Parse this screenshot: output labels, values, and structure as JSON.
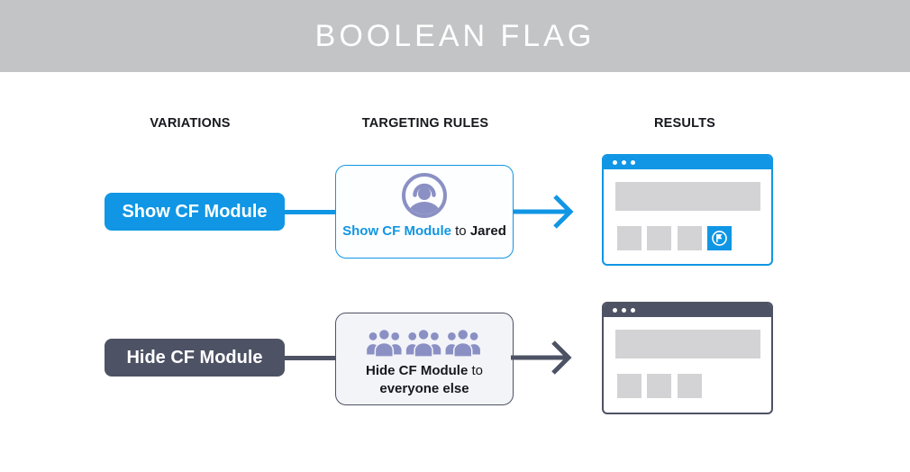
{
  "banner": {
    "title": "BOOLEAN FLAG",
    "bg_color": "#c3c4c5",
    "text_color": "#ffffff"
  },
  "columns": [
    {
      "label": "VARIATIONS"
    },
    {
      "label": "TARGETING RULES"
    },
    {
      "label": "RESULTS"
    }
  ],
  "colors": {
    "blue": "#1096e4",
    "dark_slate": "#4d5264",
    "icon_purple": "#8b90c4",
    "placeholder_gray": "#d3d3d5",
    "rule_box_bg_dark_row": "#f3f4f8",
    "text_dark": "#16171d"
  },
  "rows": [
    {
      "variation_label": "Show CF Module",
      "rule": {
        "icon": "user-in-circle-icon",
        "flag_text": "Show CF Module",
        "connector_text": "to",
        "target_text": "Jared"
      },
      "result": {
        "theme": "blue",
        "window_controls_dots": 3,
        "shows_cf_module_tile": true,
        "tile_icon": "flag-icon"
      }
    },
    {
      "variation_label": "Hide CF Module",
      "rule": {
        "icon": "group-icon",
        "flag_text": "Hide CF Module",
        "connector_text": "to",
        "target_text": "everyone else"
      },
      "result": {
        "theme": "dark",
        "window_controls_dots": 3,
        "shows_cf_module_tile": false
      }
    }
  ]
}
